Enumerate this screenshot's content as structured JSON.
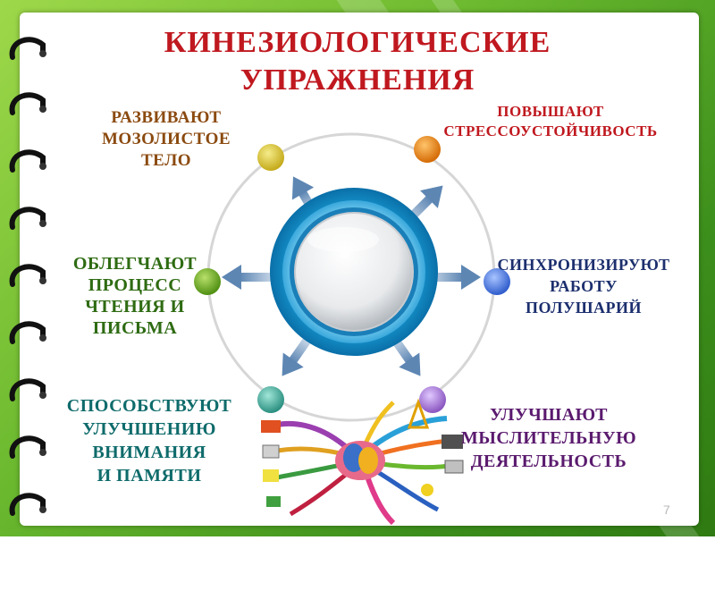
{
  "title_line1": "КИНЕЗИОЛОГИЧЕСКИЕ",
  "title_line2": "УПРАЖНЕНИЯ",
  "labels": {
    "top_left": [
      "РАЗВИВАЮТ",
      "МОЗОЛИСТОЕ",
      "ТЕЛО"
    ],
    "top_right": [
      "ПОВЫШАЮТ",
      "СТРЕССОУСТОЙЧИВОСТЬ"
    ],
    "mid_left": [
      "ОБЛЕГЧАЮТ",
      "ПРОЦЕСС",
      "ЧТЕНИЯ И",
      "ПИСЬМА"
    ],
    "mid_right": [
      "СИНХРОНИЗИРУЮТ",
      "РАБОТУ",
      "ПОЛУШАРИЙ"
    ],
    "bottom_left": [
      "СПОСОБСТВУЮТ",
      "УЛУЧШЕНИЮ",
      "ВНИМАНИЯ",
      "И ПАМЯТИ"
    ],
    "bottom_right": [
      "УЛУЧШАЮТ",
      "МЫСЛИТЕЛЬНУЮ",
      "ДЕЯТЕЛЬНОСТЬ"
    ]
  },
  "page_number": "7",
  "colors": {
    "title": "#c0181f",
    "top_left": "#8b4a0f",
    "top_right": "#c0181f",
    "mid_left": "#2e6b12",
    "mid_right": "#1c2f6e",
    "bottom_left": "#0f6b6b",
    "bottom_right": "#5a1a6e",
    "dot_yellow": "#d8c52a",
    "dot_orange": "#e98512",
    "dot_green": "#6fae25",
    "dot_blue": "#4a78d6",
    "dot_teal": "#3fa89a",
    "dot_purple": "#a77ad0"
  },
  "icons": [
    "notebook-ring-icon",
    "arrow-icon",
    "brain-mindmap-icon"
  ]
}
